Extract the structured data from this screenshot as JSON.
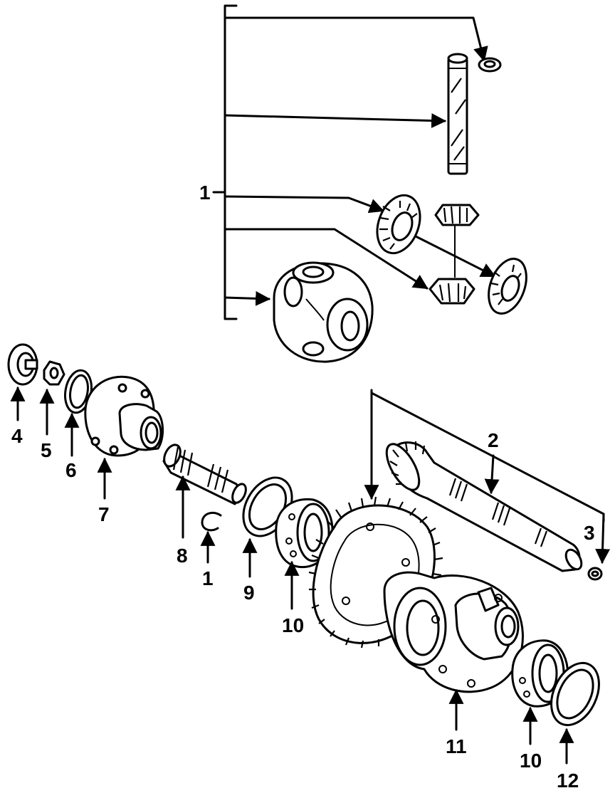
{
  "callouts": {
    "c1_top": "1",
    "c2": "2",
    "c3": "3",
    "c4": "4",
    "c5": "5",
    "c6": "6",
    "c7": "7",
    "c8": "8",
    "c1_clip": "1",
    "c9": "9",
    "c10_left": "10",
    "c10_right": "10",
    "c11": "11",
    "c12": "12"
  },
  "colors": {
    "ink": "#000000",
    "paper": "#ffffff"
  }
}
